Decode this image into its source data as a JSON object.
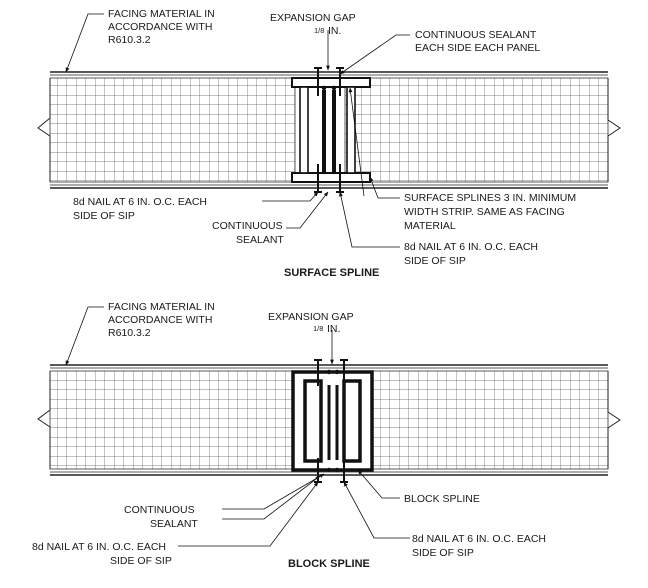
{
  "surface_spline": {
    "title": "SURFACE SPLINE",
    "facing_material": [
      "FACING MATERIAL IN",
      "ACCORDANCE WITH",
      "R610.3.2"
    ],
    "expansion_gap": {
      "line1": "EXPANSION GAP",
      "fraction": "1/8",
      "unit": "IN."
    },
    "continuous_sealant_each_side": [
      "CONTINUOUS SEALANT",
      "EACH SIDE EACH PANEL"
    ],
    "nail_left": [
      "8d NAIL AT 6 IN. O.C. EACH",
      "SIDE OF SIP"
    ],
    "continuous_sealant": [
      "CONTINUOUS",
      "SEALANT"
    ],
    "surface_splines": [
      "SURFACE SPLINES 3 IN. MINIMUM",
      "WIDTH STRIP. SAME AS FACING",
      "MATERIAL"
    ],
    "nail_right": [
      "8d NAIL AT 6 IN. O.C. EACH",
      "SIDE OF SIP"
    ]
  },
  "block_spline": {
    "title": "BLOCK SPLINE",
    "facing_material": [
      "FACING MATERIAL IN",
      "ACCORDANCE WITH",
      "R610.3.2"
    ],
    "expansion_gap": {
      "line1": "EXPANSION GAP",
      "fraction": "1/8",
      "unit": "IN."
    },
    "continuous_sealant": [
      "CONTINUOUS",
      "SEALANT"
    ],
    "block_spline_label": "BLOCK SPLINE",
    "nail_right": [
      "8d NAIL AT 6 IN. O.C. EACH",
      "SIDE OF SIP"
    ],
    "nail_left": [
      "8d NAIL AT 6 IN. O.C. EACH",
      "SIDE OF SIP"
    ]
  }
}
